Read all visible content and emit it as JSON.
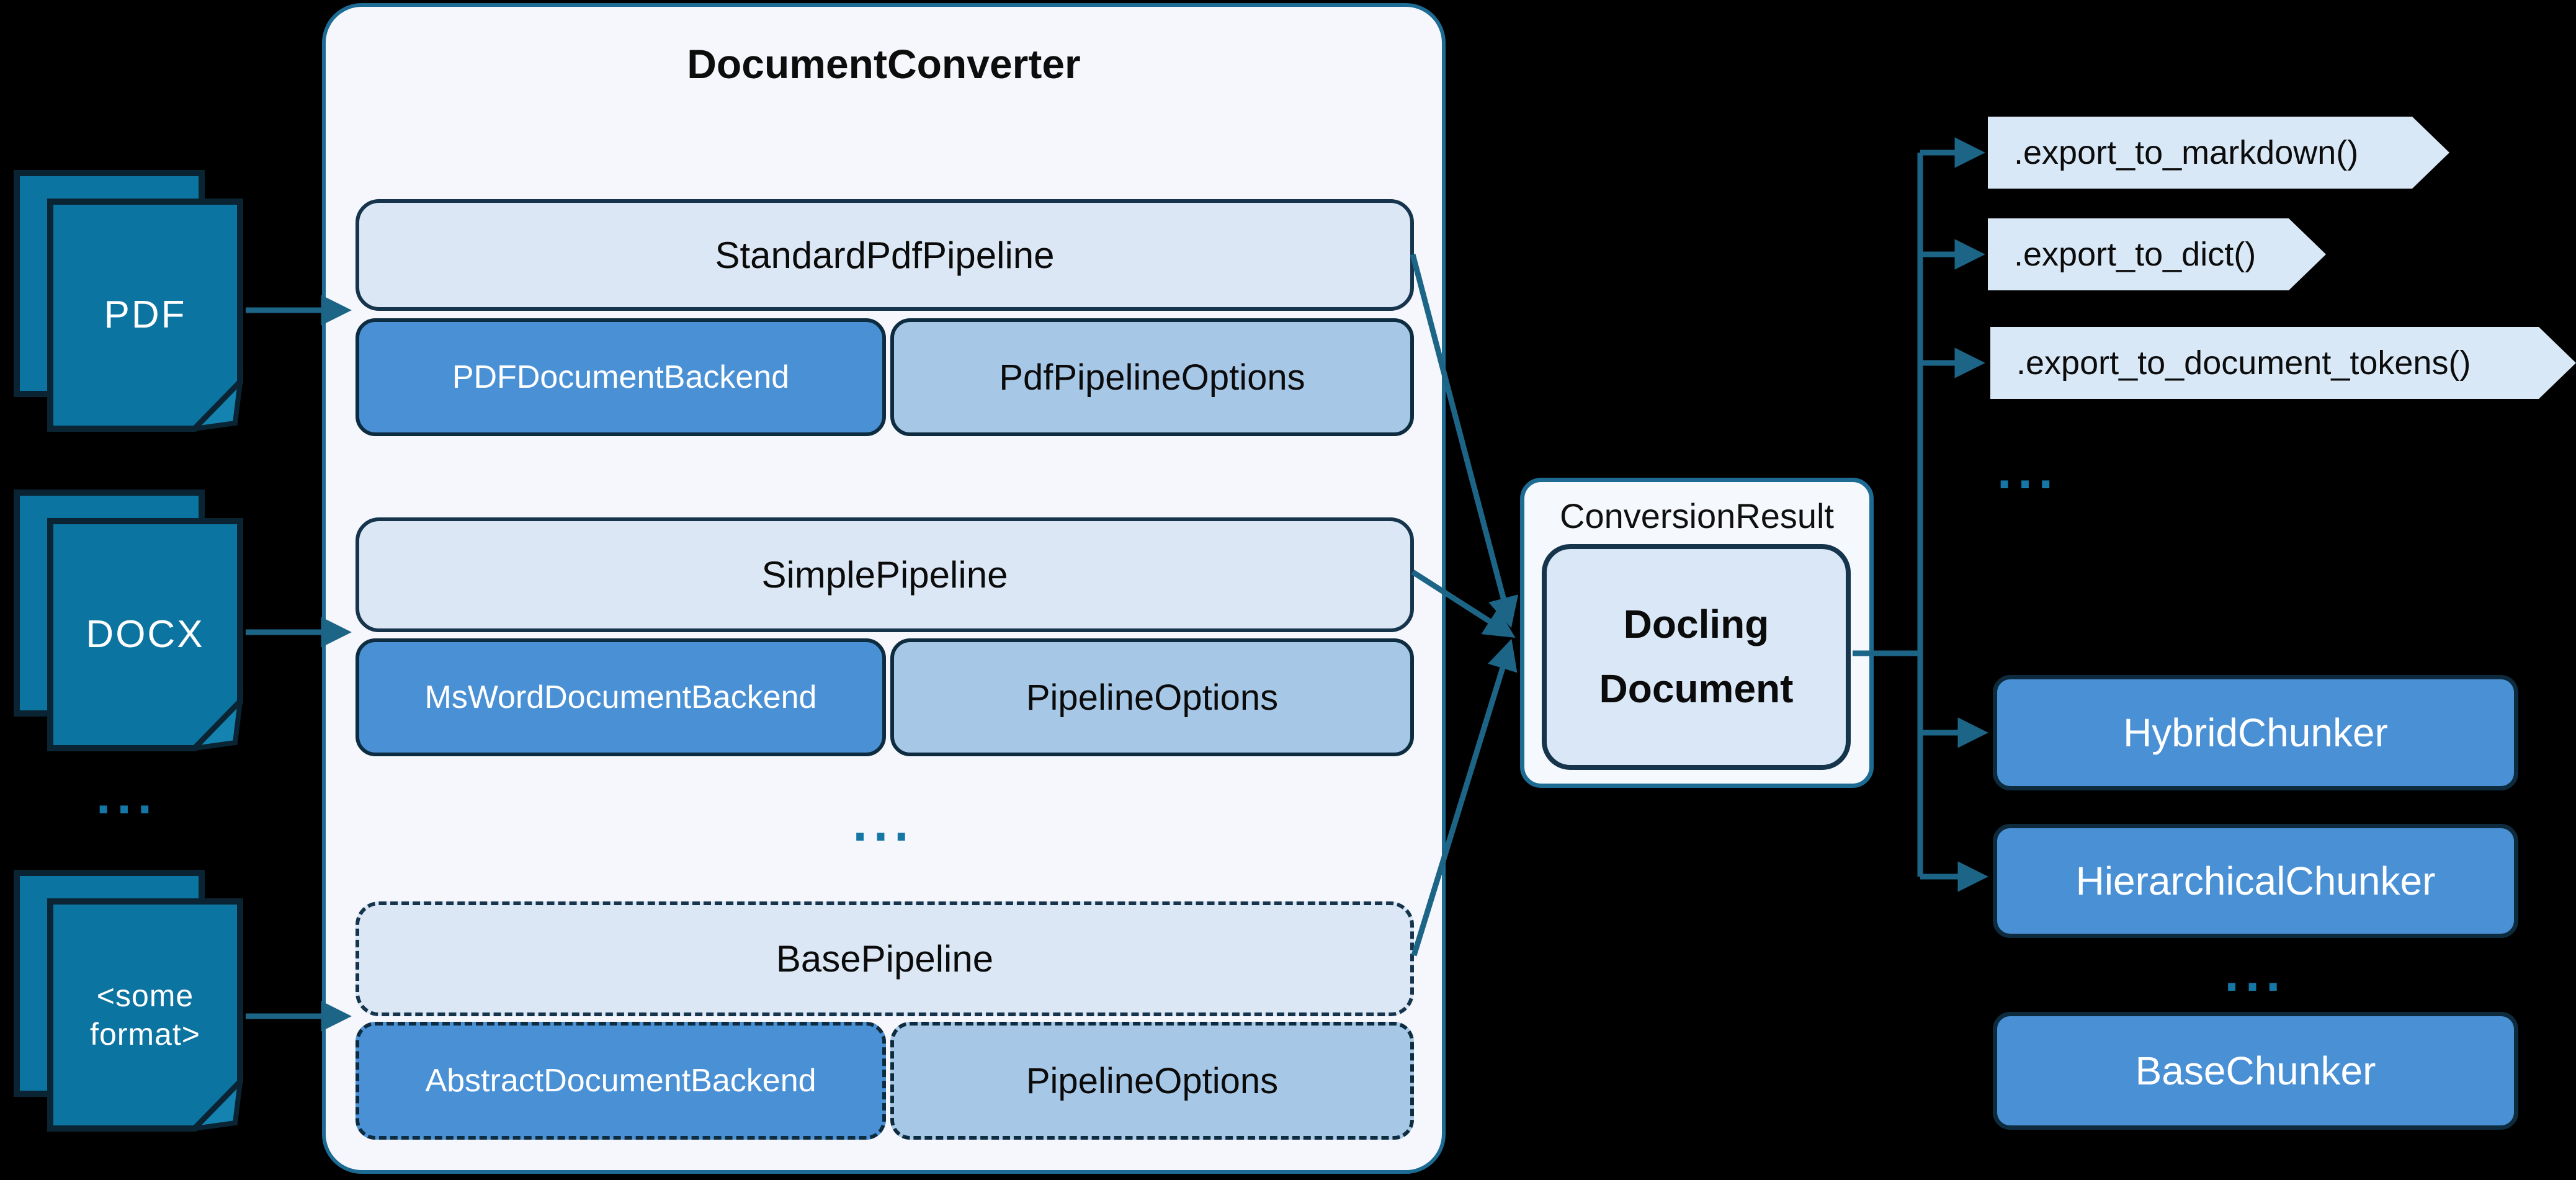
{
  "inputs": {
    "pdf_label": "PDF",
    "docx_label": "DOCX",
    "ellipsis": "...",
    "some_format_line1": "<some",
    "some_format_line2": "format>"
  },
  "converter": {
    "title": "DocumentConverter",
    "ellipsis": "...",
    "rows": [
      {
        "pipeline": "StandardPdfPipeline",
        "backend": "PDFDocumentBackend",
        "options": "PdfPipelineOptions"
      },
      {
        "pipeline": "SimplePipeline",
        "backend": "MsWordDocumentBackend",
        "options": "PipelineOptions"
      },
      {
        "pipeline": "BasePipeline",
        "backend": "AbstractDocumentBackend",
        "options": "PipelineOptions"
      }
    ]
  },
  "result": {
    "label": "ConversionResult",
    "document_line1": "Docling",
    "document_line2": "Document"
  },
  "exports": {
    "items": [
      ".export_to_markdown()",
      ".export_to_dict()",
      ".export_to_document_tokens()"
    ],
    "ellipsis": "..."
  },
  "chunkers": {
    "items": [
      "HybridChunker",
      "HierarchicalChunker"
    ],
    "ellipsis": "...",
    "base": "BaseChunker"
  },
  "colors": {
    "file_icon_fill": "#0C74A0",
    "file_icon_border": "#0A2433",
    "connector": "#1D6586",
    "container_border": "#1D6B93",
    "container_bg": "#F5F7FD",
    "pipeline_bg": "#DBE7F5",
    "backend_bg": "#4A90D5",
    "options_bg": "#A7C7E7",
    "tag_bg": "#D9E8F7",
    "chunker_bg": "#4A90D5",
    "dark_border": "#0E2C40",
    "ellipsis_color": "#1477A5"
  }
}
